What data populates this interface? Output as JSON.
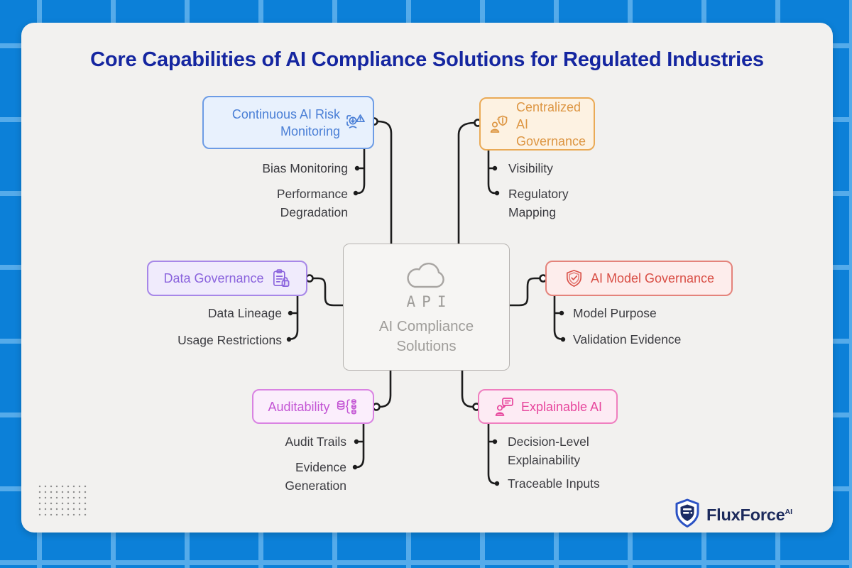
{
  "title": "Core Capabilities of AI Compliance Solutions for Regulated Industries",
  "colors": {
    "background": "#0c80d8",
    "grid_line": "#55abea",
    "card": "#f2f1ef",
    "title": "#1526a0",
    "connector": "#1c1c1c",
    "child_text": "#3b3b40"
  },
  "center": {
    "icon": "cloud-icon",
    "api": "API",
    "name": "AI Compliance Solutions",
    "border": "#b7b4b1",
    "fill": "#f6f5f3",
    "text_color": "#9f9d9a"
  },
  "branches": [
    {
      "label": "Continuous AI Risk Monitoring",
      "icon": "risk-monitoring-icon",
      "color": "#4a7fd6",
      "border": "#6d9ce5",
      "fill": "#e8f1fd",
      "children": [
        "Bias Monitoring",
        "Performance Degradation"
      ]
    },
    {
      "label": "Centralized AI Governance",
      "icon": "person-shield-icon",
      "color": "#dd9643",
      "border": "#eaaa56",
      "fill": "#fdf2e2",
      "children": [
        "Visibility",
        "Regulatory Mapping"
      ]
    },
    {
      "label": "Data Governance",
      "icon": "clipboard-lock-icon",
      "color": "#8a63dd",
      "border": "#a787e8",
      "fill": "#f0ebfc",
      "children": [
        "Data Lineage",
        "Usage Restrictions"
      ]
    },
    {
      "label": "AI Model Governance",
      "icon": "shield-check-icon",
      "color": "#d94f46",
      "border": "#e4837b",
      "fill": "#fdedec",
      "children": [
        "Model Purpose",
        "Validation Evidence"
      ]
    },
    {
      "label": "Auditability",
      "icon": "database-audit-icon",
      "color": "#c355d4",
      "border": "#d983e2",
      "fill": "#fbeefc",
      "children": [
        "Audit Trails",
        "Evidence Generation"
      ]
    },
    {
      "label": "Explainable AI",
      "icon": "person-chat-icon",
      "color": "#e7479d",
      "border": "#ef7fbf",
      "fill": "#fdebf4",
      "children": [
        "Decision-Level Explainability",
        "Traceable Inputs"
      ]
    }
  ],
  "brand": {
    "name": "FluxForce",
    "suffix": "AI"
  }
}
